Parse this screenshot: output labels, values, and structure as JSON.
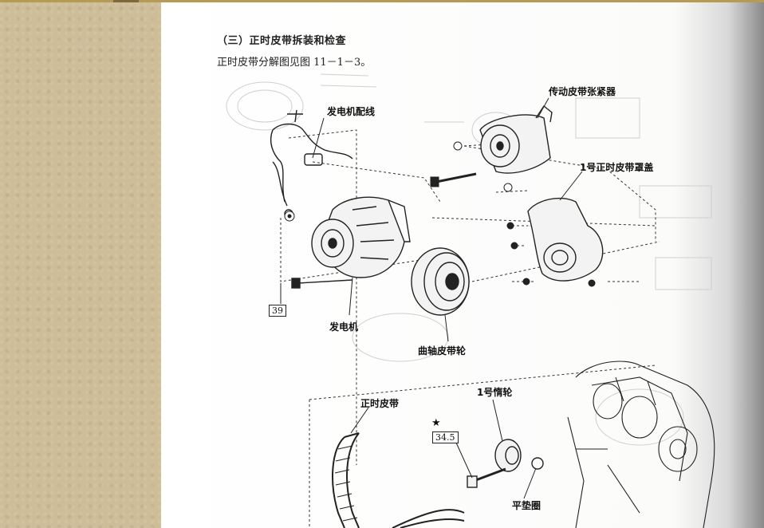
{
  "section": {
    "heading": "（三）正时皮带拆装和检查",
    "caption": "正时皮带分解图见图 11－1－3。"
  },
  "figure": {
    "labels": {
      "generator_wiring": "发电机配线",
      "drive_belt_tensioner": "传动皮带张紧器",
      "timing_belt_cover_no1": "1号正时皮带罩盖",
      "generator": "发电机",
      "crankshaft_pulley": "曲轴皮带轮",
      "timing_belt": "正时皮带",
      "idler_no1": "1号惰轮",
      "flat_washer": "平垫圈"
    },
    "torque_values": {
      "generator_bolt": "39",
      "idler_bolt": "34.5"
    },
    "star_mark": "★"
  }
}
